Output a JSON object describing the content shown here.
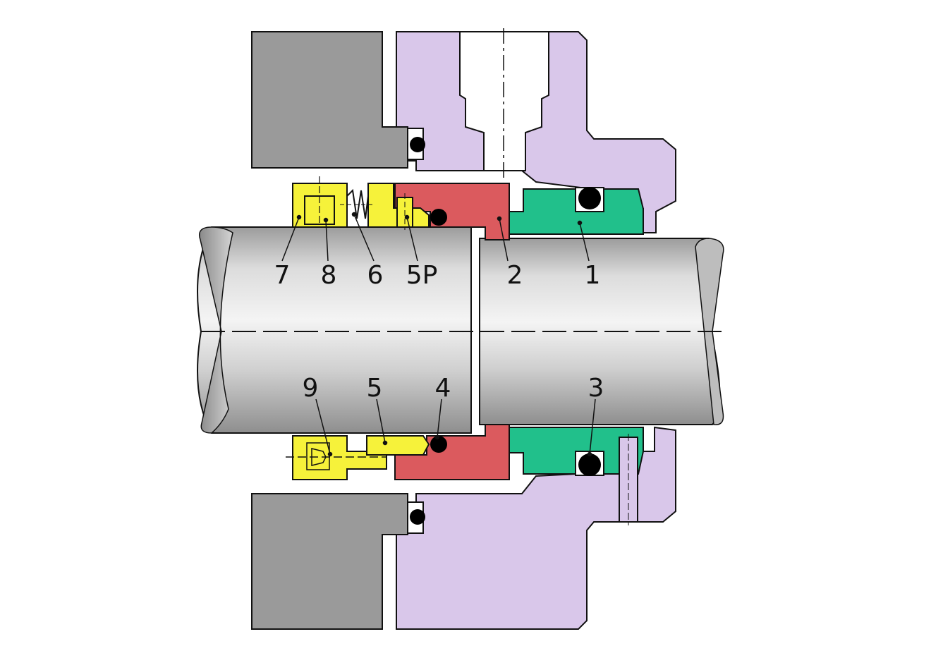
{
  "diagram": {
    "colors": {
      "housing": "#d9c7ea",
      "stationary_seat": "#21c08b",
      "rotating_face": "#db5a5e",
      "rotating_parts": "#f6f23a",
      "gland": "#9a9a9a",
      "oring": "#000000",
      "background": "#ffffff"
    },
    "callouts": {
      "top": [
        {
          "id": "7",
          "text": "7"
        },
        {
          "id": "8",
          "text": "8"
        },
        {
          "id": "6",
          "text": "6"
        },
        {
          "id": "5p",
          "text": "5P"
        },
        {
          "id": "2",
          "text": "2"
        },
        {
          "id": "1",
          "text": "1"
        }
      ],
      "bottom": [
        {
          "id": "9",
          "text": "9"
        },
        {
          "id": "5",
          "text": "5"
        },
        {
          "id": "4",
          "text": "4"
        },
        {
          "id": "3",
          "text": "3"
        }
      ]
    }
  }
}
